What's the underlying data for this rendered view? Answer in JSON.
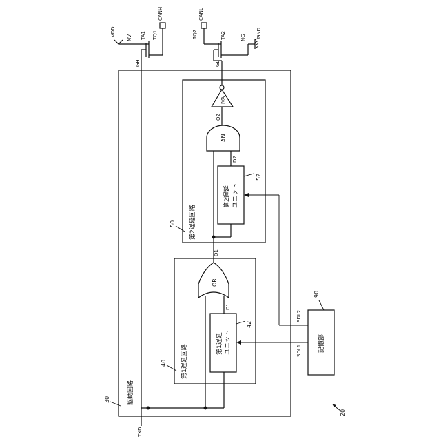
{
  "figure_ref": "20",
  "nodes": {
    "VDD": "VDD",
    "NV": "NV",
    "TA1": "TA1",
    "TQ1": "TQ1",
    "CANH": "CANH",
    "TQ2": "TQ2",
    "CANL": "CANL",
    "TA2": "TA2",
    "NG": "NG",
    "GND": "GND",
    "GH": "GH",
    "GL": "GL",
    "TXD": "TXD",
    "Q1": "Q1",
    "Q2": "Q2",
    "D1": "D1",
    "D2": "D2",
    "SDL1": "SDL1",
    "SDL2": "SDL2"
  },
  "blocks": {
    "drive_circuit": {
      "ref": "30",
      "label": "駆動回路"
    },
    "first_delay_circuit": {
      "ref": "40",
      "label": "第1遅延回路"
    },
    "first_delay_unit": {
      "ref": "42",
      "label_line1": "第1遅延",
      "label_line2": "ユニット"
    },
    "second_delay_circuit": {
      "ref": "50",
      "label": "第2遅延回路"
    },
    "second_delay_unit": {
      "ref": "52",
      "label_line1": "第2遅延",
      "label_line2": "ユニット"
    },
    "storage": {
      "ref": "90",
      "label": "記憶部"
    }
  },
  "gates": {
    "or_gate": "OR",
    "and_gate": "AN",
    "inverter": "IVA"
  }
}
